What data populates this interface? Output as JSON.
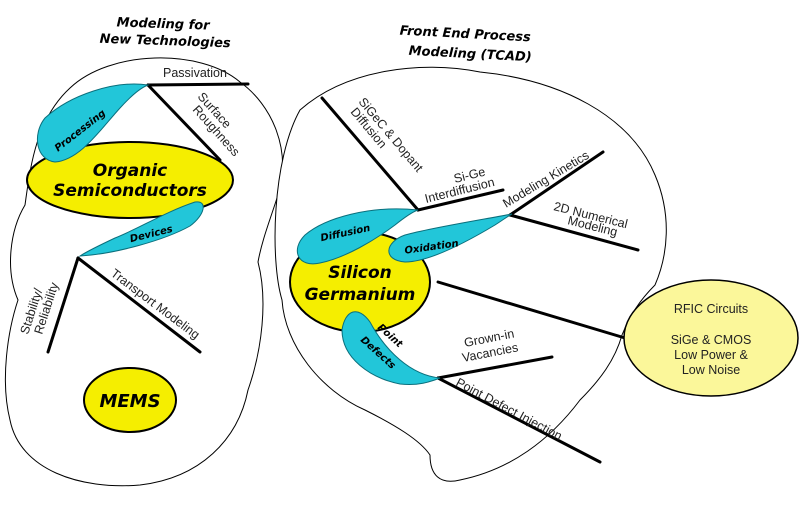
{
  "left_cloud": {
    "title_line1": "Modeling for",
    "title_line2": "New Technologies",
    "organic_line1": "Organic",
    "organic_line2": "Semiconductors",
    "mems": "MEMS",
    "processing": "Processing",
    "devices": "Devices",
    "passivation": "Passivation",
    "surface_line1": "Surface",
    "surface_line2": "Roughness",
    "stability_line1": "Stability/",
    "stability_line2": "Reliability",
    "transport": "Transport Modeling"
  },
  "right_cloud": {
    "title_line1": "Front End Process",
    "title_line2": "Modeling (TCAD)",
    "sige_line1": "Silicon",
    "sige_line2": "Germanium",
    "diffusion": "Diffusion",
    "oxidation": "Oxidation",
    "point_line1": "Point",
    "point_line2": "Defects",
    "sigec_line1": "SiGeC & Dopant",
    "sigec_line2": "Diffusion",
    "interdiff_line1": "Si-Ge",
    "interdiff_line2": "Interdiffusion",
    "kinetics": "Modeling Kinetics",
    "numerical_line1": "2D Numerical",
    "numerical_line2": "Modeling",
    "grown_line1": "Grown-in",
    "grown_line2": "Vacancies",
    "injection": "Point Defect Injection"
  },
  "rfic": {
    "line1": "RFIC Circuits",
    "line2": "SiGe & CMOS",
    "line3": "Low Power &",
    "line4": "Low Noise"
  },
  "colors": {
    "yellow": "#f5ee00",
    "cyan": "#22c6d9",
    "rfic_fill": "#fbf79a"
  }
}
